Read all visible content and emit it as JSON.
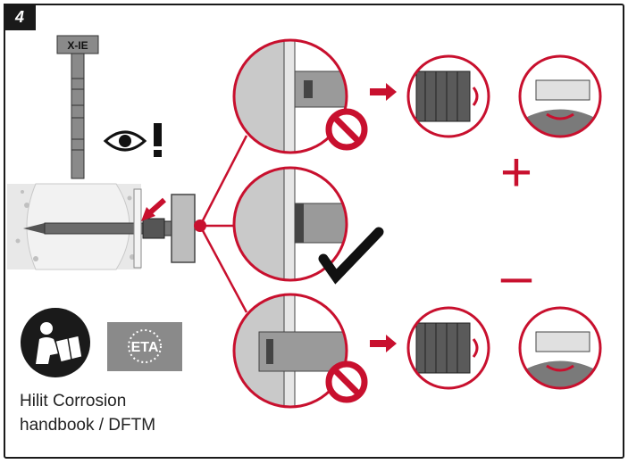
{
  "step": {
    "number": "4"
  },
  "tool": {
    "label": "X-IE"
  },
  "signs": {
    "plus": "+",
    "minus": "–"
  },
  "badge": {
    "eta": "ETA"
  },
  "caption": {
    "line1": "Hilit Corrosion",
    "line2": "handbook / DFTM"
  },
  "colors": {
    "accent": "#c8102e",
    "dark": "#1a1a1a",
    "gray": "#8a8a8a",
    "light_gray": "#cfcfcf",
    "bg": "#ffffff"
  },
  "icons": [
    "eye-icon",
    "exclamation-icon",
    "prohibited-icon",
    "checkmark-icon",
    "arrow-right-icon",
    "read-manual-icon",
    "eta-badge-icon"
  ]
}
